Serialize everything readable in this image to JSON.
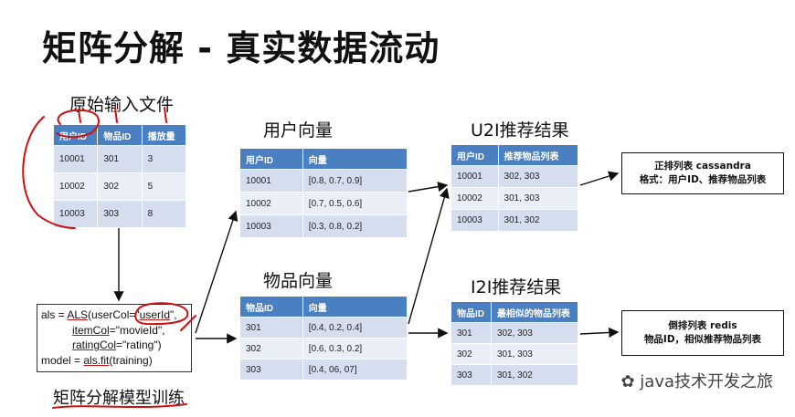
{
  "title": "矩阵分解 - 真实数据流动",
  "input": {
    "heading": "原始输入文件",
    "headers": [
      "用户ID",
      "物品ID",
      "播放量"
    ],
    "rows": [
      [
        "10001",
        "301",
        "3"
      ],
      [
        "10002",
        "302",
        "5"
      ],
      [
        "10003",
        "303",
        "8"
      ]
    ]
  },
  "user_vec": {
    "heading": "用户向量",
    "headers": [
      "用户ID",
      "向量"
    ],
    "rows": [
      [
        "10001",
        "[0.8, 0.7, 0.9]"
      ],
      [
        "10002",
        "[0.7, 0.5, 0.6]"
      ],
      [
        "10003",
        "[0.3, 0.8, 0.2]"
      ]
    ]
  },
  "item_vec": {
    "heading": "物品向量",
    "headers": [
      "物品ID",
      "向量"
    ],
    "rows": [
      [
        "301",
        "[0.4, 0.2, 0.4]"
      ],
      [
        "302",
        "[0.6, 0.3, 0.2]"
      ],
      [
        "303",
        "[0.4, 06, 07]"
      ]
    ]
  },
  "u2i": {
    "heading": "U2I推荐结果",
    "headers": [
      "用户ID",
      "推荐物品列表"
    ],
    "rows": [
      [
        "10001",
        "302, 303"
      ],
      [
        "10002",
        "301, 303"
      ],
      [
        "10003",
        "301, 302"
      ]
    ]
  },
  "i2i": {
    "heading": "I2I推荐结果",
    "headers": [
      "物品ID",
      "最相似的物品列表"
    ],
    "rows": [
      [
        "301",
        "302, 303"
      ],
      [
        "302",
        "301, 303"
      ],
      [
        "303",
        "301, 302"
      ]
    ]
  },
  "box_forward": {
    "line1": "正排列表 cassandra",
    "line2": "格式：用户ID、推荐物品列表"
  },
  "box_inverted": {
    "line1": "倒排列表 redis",
    "line2": "物品ID，相似推荐物品列表"
  },
  "code": {
    "l1a": "als = ",
    "l1b": "ALS",
    "l1c": "(userCol=\"",
    "l1d": "userId",
    "l1e": "\",",
    "l2a": "itemCol",
    "l2b": "=\"movieId\",",
    "l3a": "ratingCol",
    "l3b": "=\"rating\")",
    "l4a": "model = ",
    "l4b": "als.fit",
    "l4c": "(training)"
  },
  "train_label": "矩阵分解模型训练",
  "watermark": "java技术开发之旅",
  "colors": {
    "header": "#4a7fc1",
    "row_odd": "#d5deee",
    "row_even": "#eaeff7",
    "annotation": "#cc1111"
  }
}
